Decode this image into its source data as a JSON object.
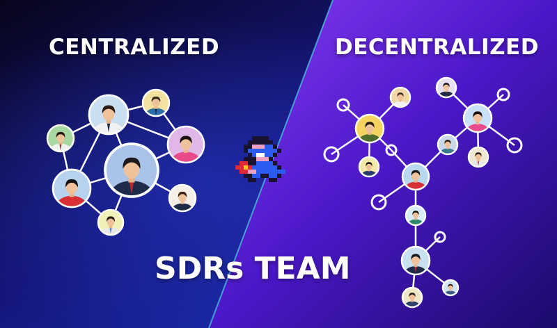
{
  "left_heading": "CENTRALIZED",
  "right_heading": "DECENTRALIZED",
  "team_label": "SDRs TEAM",
  "colors": {
    "left_bg_dark": "#08051c",
    "left_bg_blue": "#1a2aa8",
    "left_bg_teal": "#1f9aa8",
    "right_bg_violet": "#7a2ef0",
    "right_bg_deep": "#1b0a6a",
    "node_stroke": "#ffffff",
    "link_stroke": "#ffffff"
  },
  "icons": [
    "person-avatar-icon",
    "pixel-hero-icon",
    "empty-node-icon"
  ]
}
